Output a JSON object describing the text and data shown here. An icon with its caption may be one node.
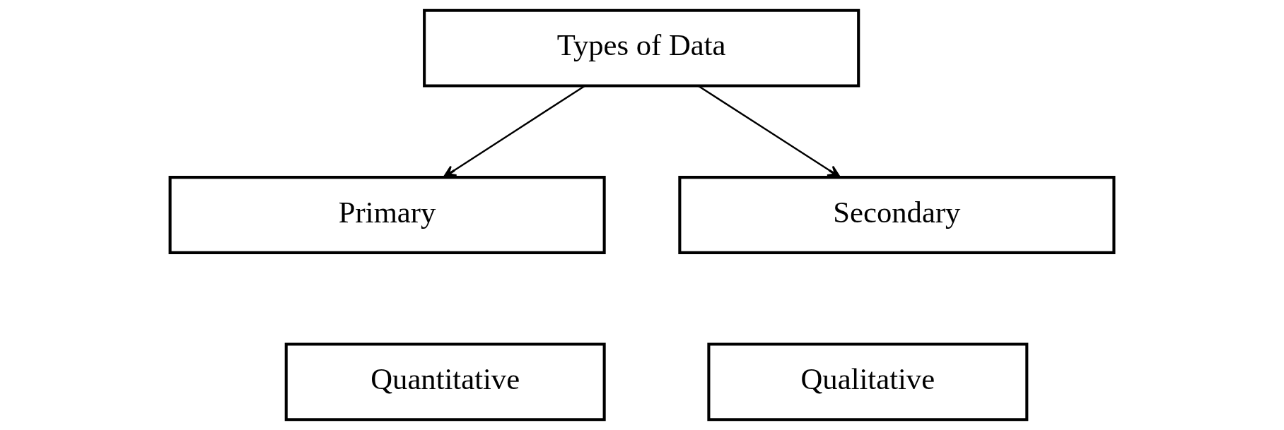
{
  "diagram": {
    "nodes": [
      {
        "text": [
          "Types of Data"
        ]
      },
      {
        "text": [
          "Primary"
        ]
      },
      {
        "text": [
          "Secondary"
        ]
      },
      {
        "text": [
          "Quantitative"
        ]
      },
      {
        "text": [
          "Qualitative"
        ]
      }
    ],
    "edges": [
      {
        "from": 0,
        "to": 1,
        "arrow": "to"
      },
      {
        "from": 0,
        "to": 2,
        "arrow": "to"
      }
    ]
  }
}
